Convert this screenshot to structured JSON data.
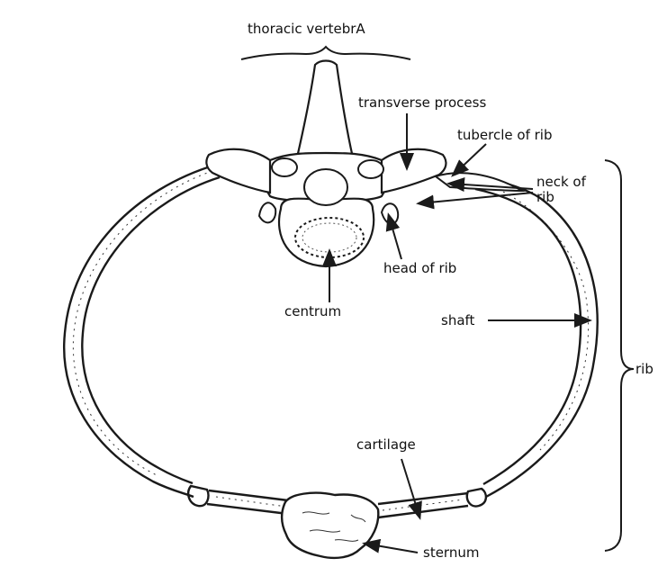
{
  "diagram": {
    "labels": {
      "thoracic_vertebra": "thoracic vertebrA",
      "transverse_process": "transverse process",
      "tubercle_of_rib": "tubercle of rib",
      "neck_of_rib": "neck of rib",
      "head_of_rib": "head of rib",
      "centrum": "centrum",
      "shaft": "shaft",
      "rib": "rib",
      "cartilage": "cartilage",
      "sternum": "sternum"
    },
    "colors": {
      "ink": "#1a1a1a",
      "paper": "#ffffff"
    }
  }
}
